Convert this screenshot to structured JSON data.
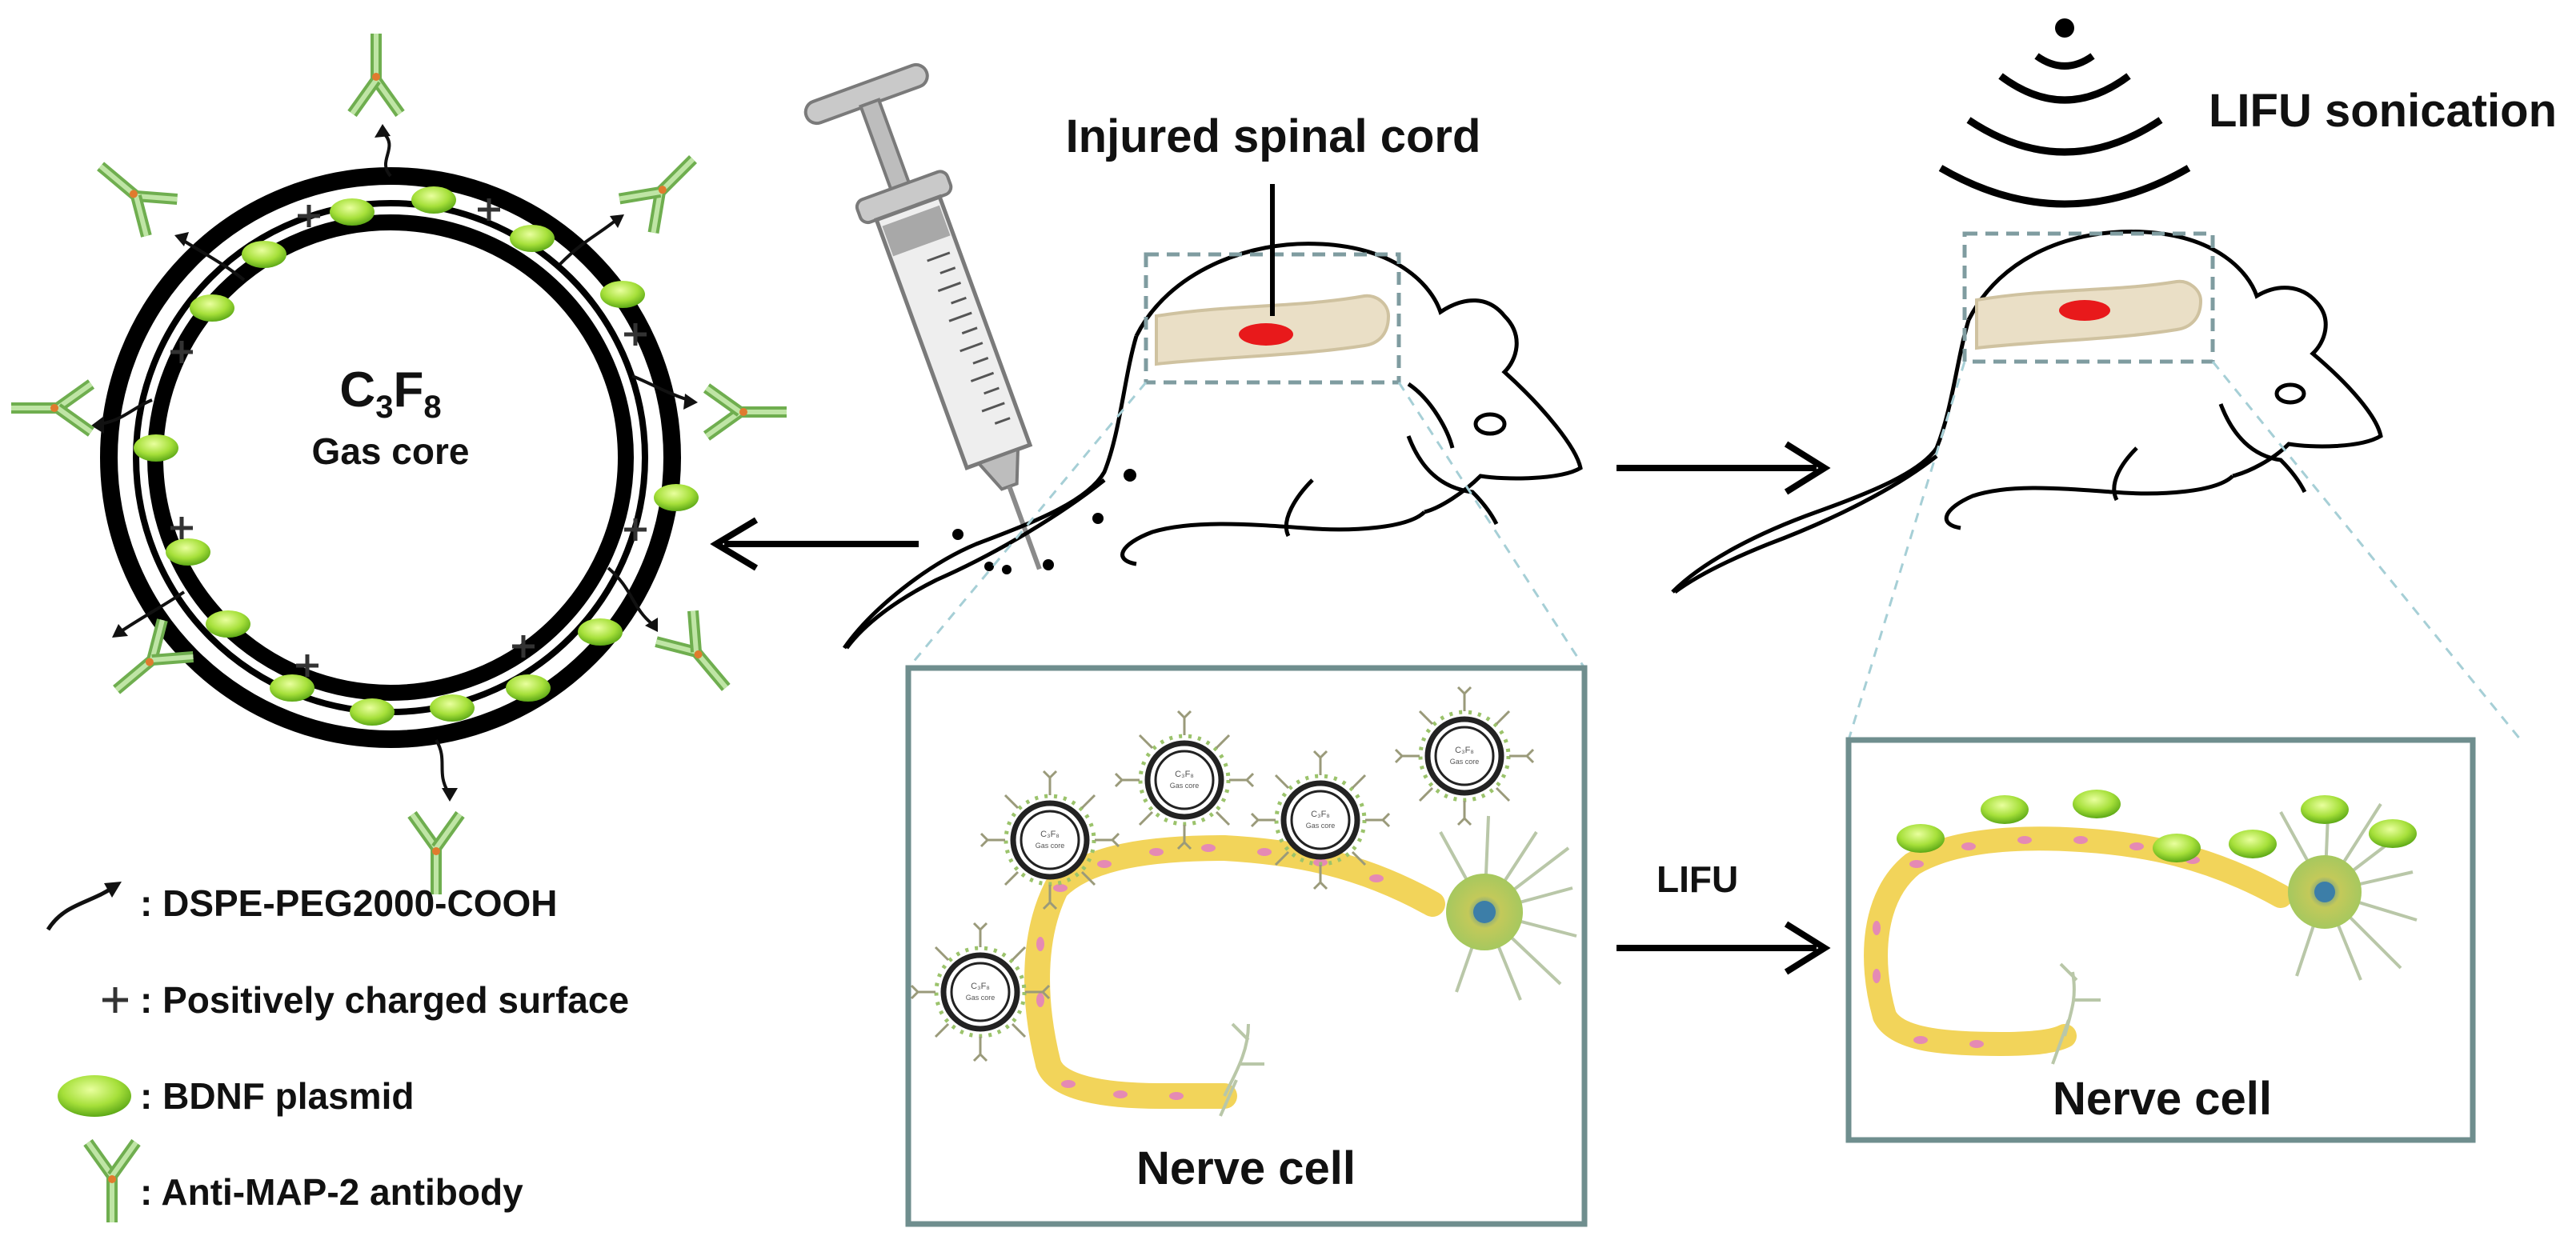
{
  "microbubble": {
    "core_formula_c": "C",
    "core_formula_sub1": "3",
    "core_formula_f": "F",
    "core_formula_sub2": "8",
    "core_label": "Gas core"
  },
  "labels": {
    "injured_spinal_cord": "Injured spinal cord",
    "lifu_sonication": "LIFU sonication",
    "lifu": "LIFU",
    "nerve_cell_left": "Nerve cell",
    "nerve_cell_right": "Nerve cell"
  },
  "legend": [
    {
      "icon": "peg-linker-arrow-icon",
      "text": ": DSPE-PEG2000-COOH"
    },
    {
      "icon": "plus-charge-icon",
      "text": ": Positively charged  surface"
    },
    {
      "icon": "bdnf-plasmid-icon",
      "text": ": BDNF plasmid"
    },
    {
      "icon": "antibody-icon",
      "text": ": Anti-MAP-2 antibody"
    }
  ],
  "colors": {
    "plasmid_green": "#8fd13a",
    "antibody_green": "#9bd07a",
    "antibody_orange": "#e07b2e",
    "lesion_red": "#e8191b",
    "spinal_cord_beige": "#eadfc6",
    "box_border": "#6f8e8e",
    "dashed_box": "#7f9ca0",
    "axon_yellow": "#f2d45a"
  }
}
